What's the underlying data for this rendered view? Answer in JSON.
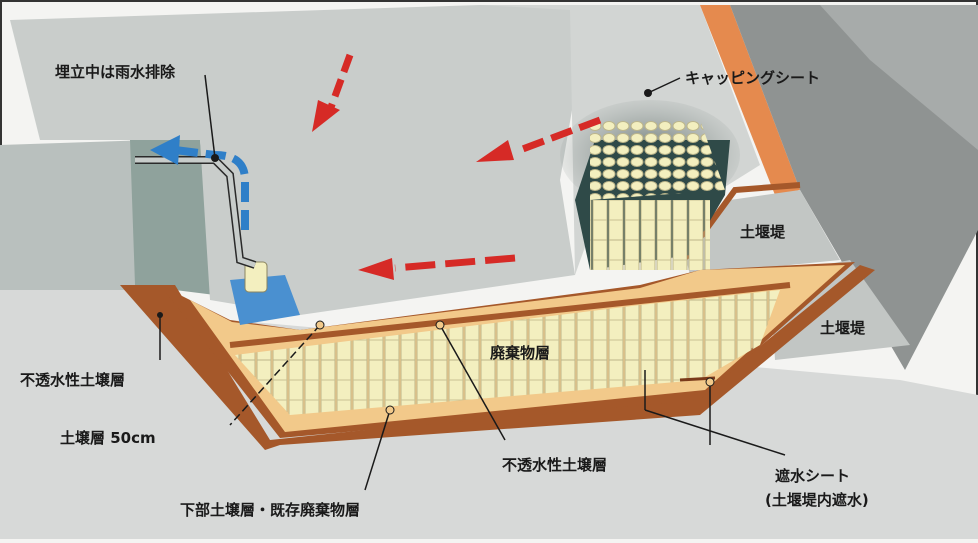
{
  "labels": {
    "rain_drainage": "埋立中は雨水排除",
    "capping_sheet": "キャッピングシート",
    "earth_bank_upper": "土堰堤",
    "earth_bank_lower": "土堰堤",
    "waste_layer": "廃棄物層",
    "impermeable_soil_left": "不透水性土壌層",
    "soil_layer_50cm": "土壌層 50cm",
    "impermeable_soil_bottom": "不透水性土壌層",
    "lower_soil_existing_waste": "下部土壌層・既存廃棄物層",
    "water_barrier_sheet_line1": "遮水シート",
    "water_barrier_sheet_line2": "(土堰堤内遮水)"
  },
  "colors": {
    "ground": "#cfd2d1",
    "wall": "#9aa19f",
    "soil_brown": "#a5582a",
    "sand": "#f2c98a",
    "drum": "#f3efbf",
    "sheet_orange": "#e0894e",
    "rain_arrow": "#d62a26",
    "drain_pipe": "#2f7fc8"
  }
}
